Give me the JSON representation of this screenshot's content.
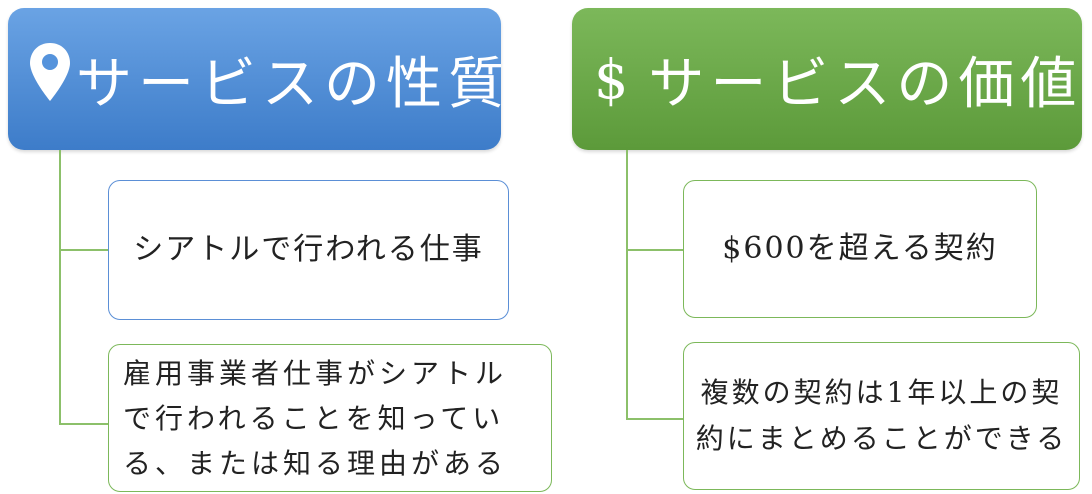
{
  "columns": [
    {
      "header": "サービスの性質",
      "header_icon": "location-pin-icon",
      "color": "#4a89d6",
      "items": [
        "シアトルで行われる仕事",
        "雇用事業者仕事がシアトルで行われることを知っている、または知る理由がある"
      ]
    },
    {
      "header": "サービスの価値",
      "header_icon": "dollar-icon",
      "header_icon_glyph": "$",
      "color": "#6aa84f",
      "items": [
        "$600を超える契約",
        "複数の契約は1年以上の契約にまとめることができる"
      ]
    }
  ]
}
